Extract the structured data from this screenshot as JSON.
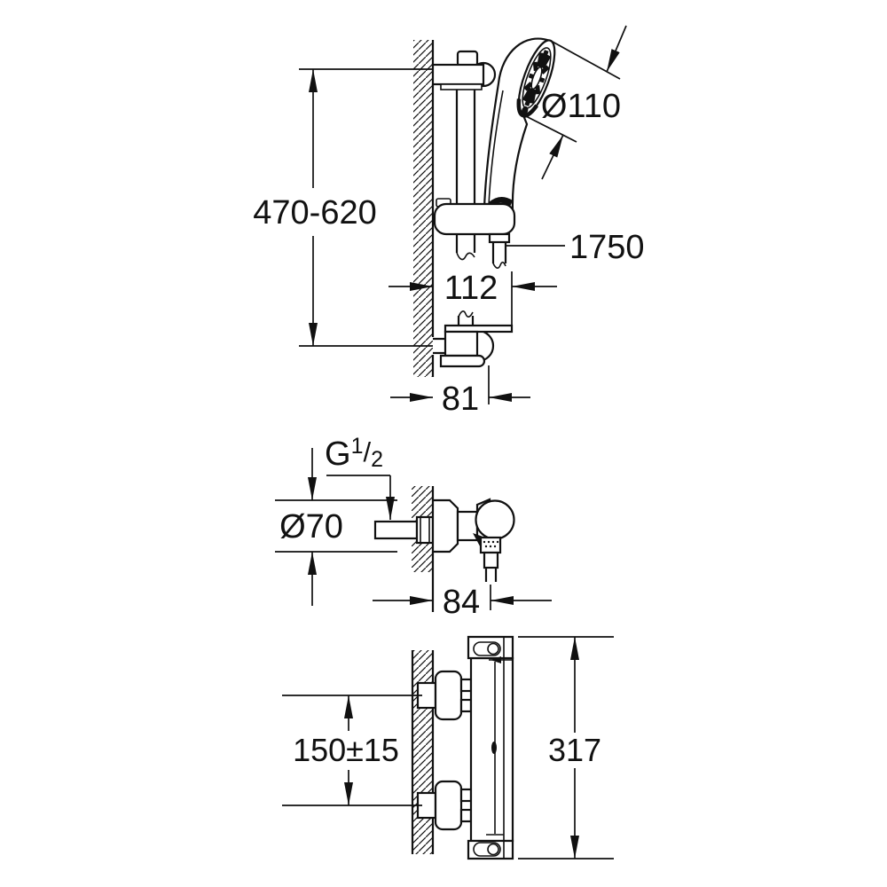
{
  "meta": {
    "type": "technical dimension drawing",
    "product": "shower set: hand shower with rail, shower mixer and thermostat",
    "background_color": "#ffffff",
    "line_color": "#111111"
  },
  "views": {
    "shower_rail": {
      "name": "shower rail with hand shower (side view)",
      "dims": {
        "rail_height": "470-620",
        "head_diameter": "Ø110",
        "hose_length": "1750",
        "holder_offset": "112",
        "bracket_offset": "81"
      }
    },
    "mixer": {
      "name": "shower mixer (side view)",
      "dims": {
        "thread_prefix": "G",
        "thread_num": "1",
        "thread_slash": "/",
        "thread_den": "2",
        "escutcheon_diameter": "Ø70",
        "depth": "84"
      }
    },
    "thermostat": {
      "name": "thermostatic mixer (side view)",
      "dims": {
        "connection_spacing": "150±15",
        "height": "317"
      }
    }
  }
}
